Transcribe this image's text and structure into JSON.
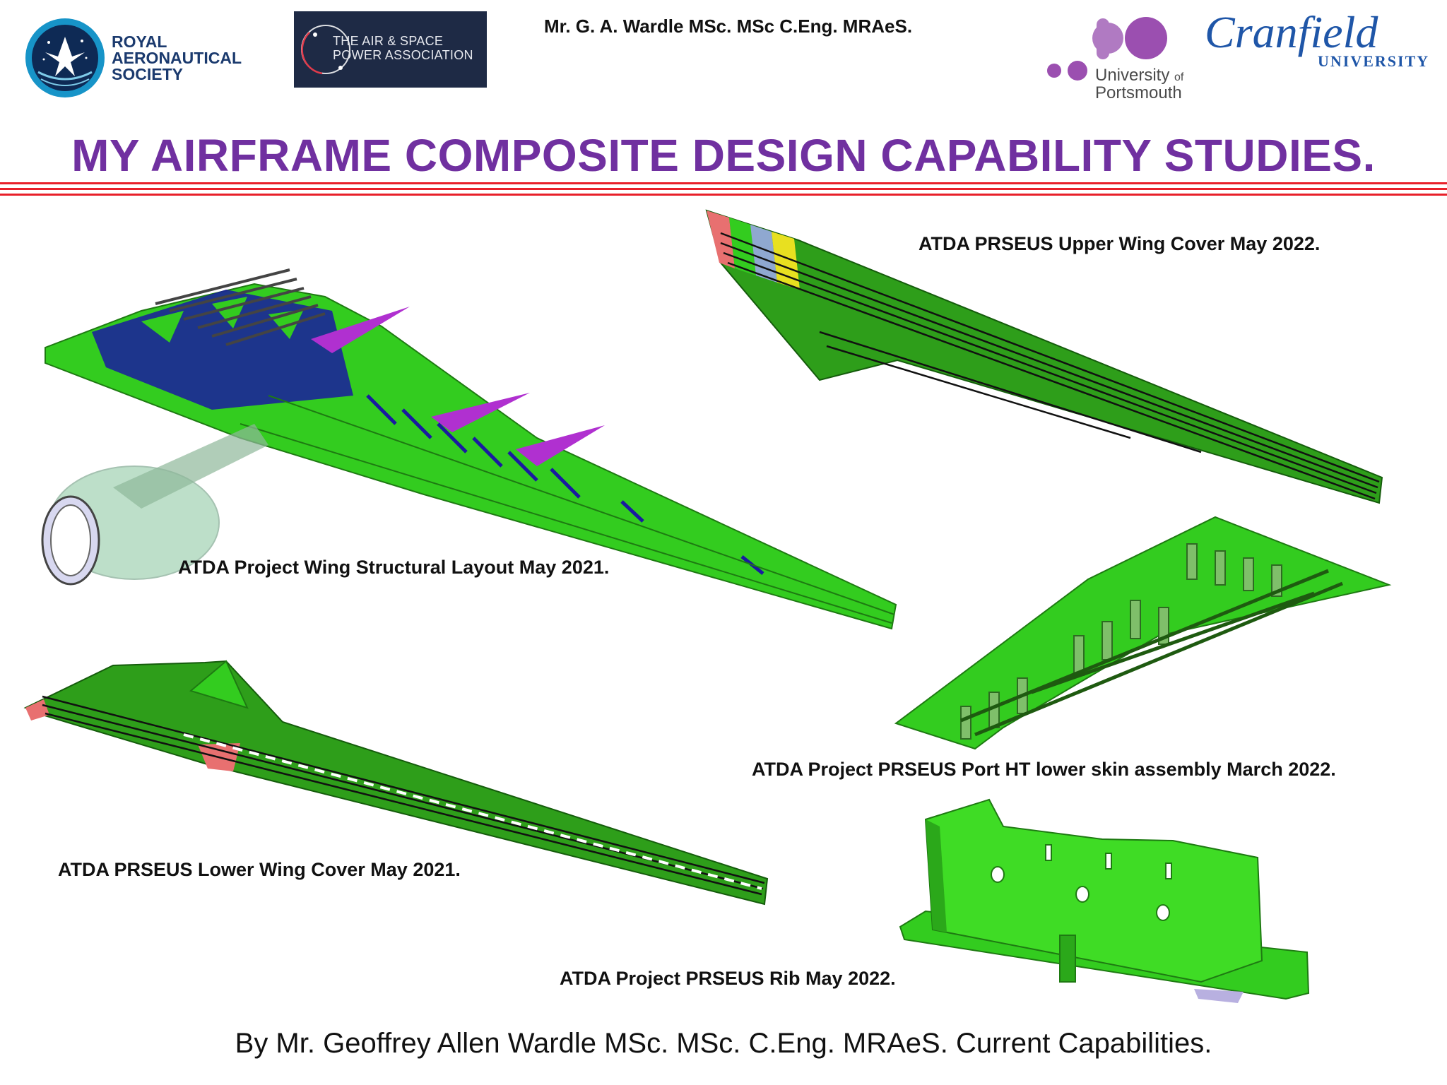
{
  "header": {
    "author": "Mr. G. A. Wardle MSc. MSc C.Eng. MRAeS.",
    "logos": {
      "ras": {
        "line1": "ROYAL",
        "line2": "AERONAUTICAL",
        "line3": "SOCIETY"
      },
      "aspa": {
        "line1": "THE AIR & SPACE",
        "line2": "POWER ASSOCIATION"
      },
      "portsmouth": {
        "line1a": "University",
        "line1b": "of",
        "line2": "Portsmouth"
      },
      "cranfield": {
        "name": "Cranfield",
        "sub": "UNIVERSITY"
      }
    }
  },
  "title": "MY AIRFRAME COMPOSITE DESIGN CAPABILITY STUDIES.",
  "captions": {
    "upper_wing_cover": "ATDA PRSEUS Upper Wing Cover May 2022.",
    "wing_layout": "ATDA Project Wing Structural Layout May 2021.",
    "port_ht": "ATDA Project PRSEUS Port HT lower skin assembly March  2022.",
    "lower_wing_cover": "ATDA PRSEUS Lower Wing Cover May 2021.",
    "rib": "ATDA Project PRSEUS Rib May 2022."
  },
  "footer": "By Mr. Geoffrey Allen Wardle MSc. MSc. C.Eng. MRAeS. Current Capabilities.",
  "colors": {
    "title": "#7030a0",
    "rule": "#e8202a",
    "cad_green": "#33cc1f",
    "cad_dark_green": "#1e7a12",
    "cad_blue": "#1a1aa0",
    "cad_magenta": "#b030d0"
  }
}
